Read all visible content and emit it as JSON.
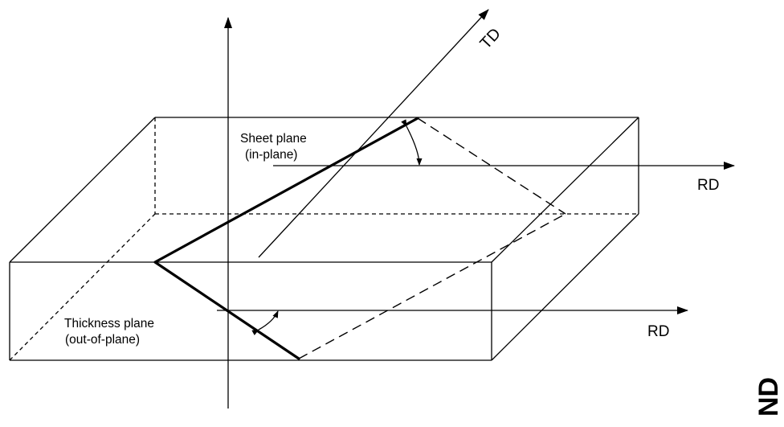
{
  "labels": {
    "td": "TD",
    "rd_upper": "RD",
    "rd_lower": "RD",
    "nd": "ND",
    "sheet_plane_line1": "Sheet plane",
    "sheet_plane_line2": "(in-plane)",
    "thickness_plane_line1": "Thickness plane",
    "thickness_plane_line2": "(out-of-plane)"
  },
  "colors": {
    "stroke": "#000000",
    "background": "#ffffff"
  }
}
